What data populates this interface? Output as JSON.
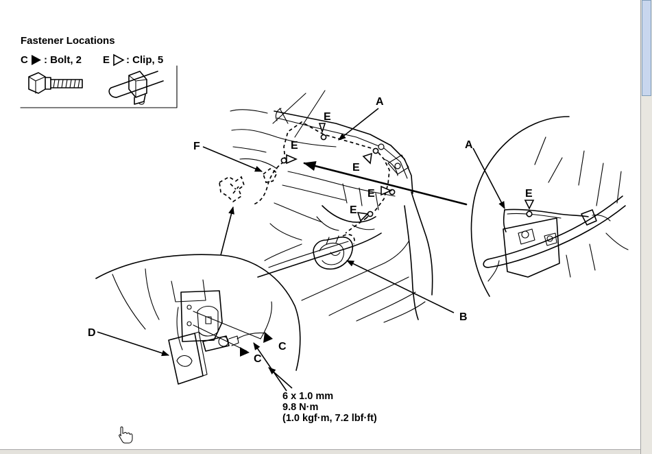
{
  "legend": {
    "title": "Fastener Locations",
    "bolt_label": "C",
    "bolt_text": ": Bolt, 2",
    "clip_label": "E",
    "clip_text": ": Clip, 5"
  },
  "callouts": {
    "a": "A",
    "a_detail": "A",
    "b": "B",
    "c1": "C",
    "c2": "C",
    "d": "D",
    "e1": "E",
    "e2": "E",
    "e3": "E",
    "e4": "E",
    "e5": "E",
    "e_detail": "E",
    "f": "F"
  },
  "spec": {
    "size": "6 x 1.0 mm",
    "torque_nm": "9.8 N·m",
    "torque_alt": "(1.0 kgf·m, 7.2 lbf·ft)"
  },
  "colors": {
    "ink": "#000000",
    "paper": "#ffffff"
  }
}
